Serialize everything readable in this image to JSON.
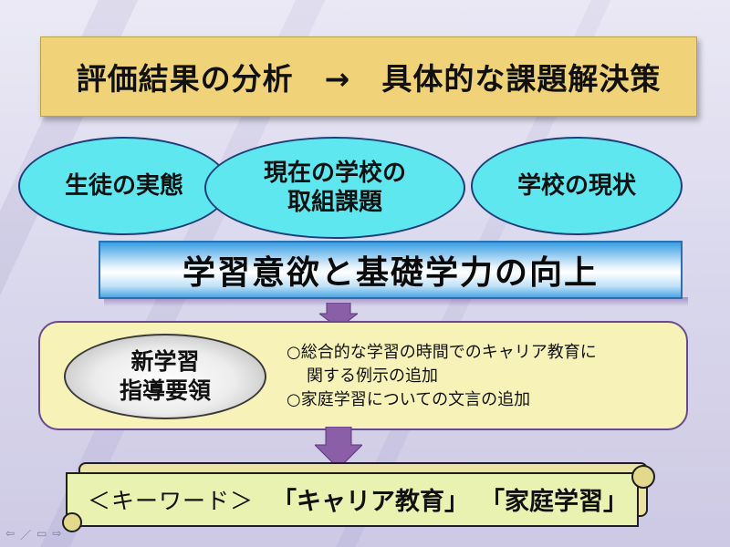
{
  "title": "評価結果の分析　→　具体的な課題解決策",
  "ellipses": {
    "left": "生徒の実態",
    "center_line1": "現在の学校の",
    "center_line2": "取組課題",
    "right": "学校の現状"
  },
  "banner": "学習意欲と基礎学力の向上",
  "guideline": {
    "line1": "新学習",
    "line2": "指導要領"
  },
  "notes": [
    "○総合的な学習の時間でのキャリア教育に",
    "関する例示の追加",
    "○家庭学習についての文言の追加"
  ],
  "keywords": {
    "label": "＜キーワード＞",
    "kw1": "「キャリア教育」",
    "kw2": "「家庭学習」"
  },
  "colors": {
    "title_bg": "#f0d278",
    "ellipse_fill": "#5fe7ef",
    "notice_bg": "#f7f2b8",
    "arrow": "#8b5fa8",
    "scroll_bg": "#e9f2b0"
  },
  "nav_icons": [
    "arrow-left-icon",
    "pen-icon",
    "menu-icon",
    "arrow-right-icon"
  ]
}
